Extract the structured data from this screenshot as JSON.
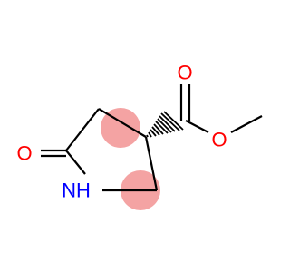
{
  "molecule": {
    "atoms": {
      "ring_oxygen": "O",
      "ring_nitrogen": "NH",
      "carbonyl_oxygen": "O",
      "ester_oxygen": "O"
    },
    "colors": {
      "bond": "#000000",
      "oxygen": "#ff0000",
      "nitrogen": "#0000ff",
      "stereo_highlight": "#f4a3a3"
    }
  }
}
